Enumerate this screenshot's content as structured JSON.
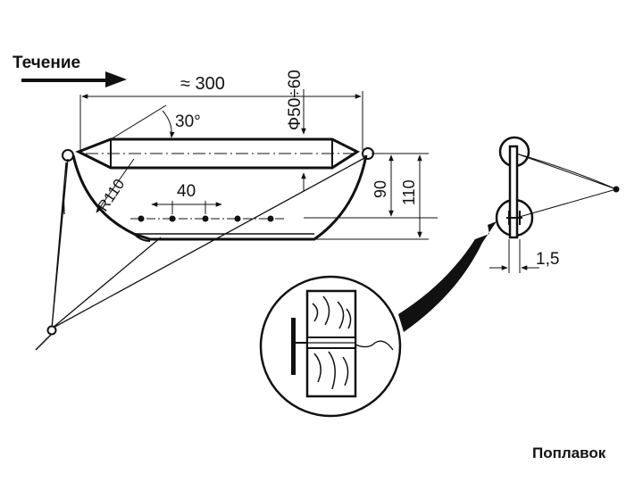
{
  "labels": {
    "current": "Течение",
    "length": "≈ 300",
    "angle": "30°",
    "diameter": "Φ50÷60",
    "radius": "R110",
    "spacing": "40",
    "depth_inner": "90",
    "depth_outer": "110",
    "thickness": "1,5"
  },
  "caption": "Поплавок",
  "colors": {
    "ink": "#111111",
    "paper": "#ffffff"
  }
}
